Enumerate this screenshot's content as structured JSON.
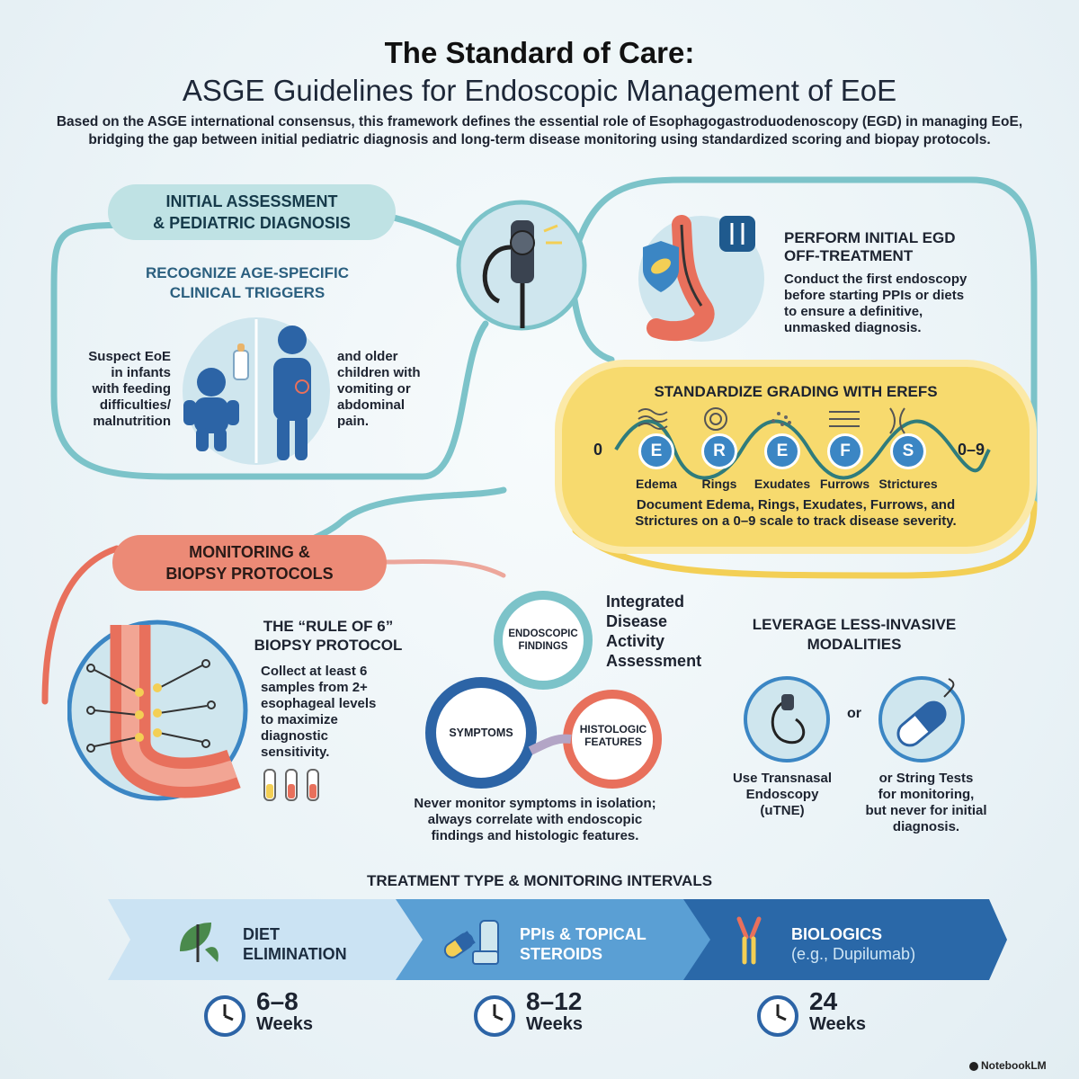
{
  "header": {
    "title": "The Standard of Care:",
    "subtitle": "ASGE Guidelines for Endoscopic Management of EoE",
    "intro": "Based on the ASGE international consensus, this framework defines the essential role of Esophagogastroduodenoscopy (EGD) in managing EoE, bridging the gap between initial pediatric diagnosis and long-term disease monitoring using standardized scoring and biopay protocols."
  },
  "assessment": {
    "heading_l1": "INITIAL ASSESSMENT",
    "heading_l2": "& PEDIATRIC DIAGNOSIS",
    "sub_l1": "RECOGNIZE AGE-SPECIFIC",
    "sub_l2": "CLINICAL TRIGGERS",
    "infants_text": [
      "Suspect EoE",
      "in infants",
      "with feeding",
      "difficulties/",
      "malnutrition"
    ],
    "older_text": [
      "and older",
      "children with",
      "vomiting or",
      "abdominal",
      "pain."
    ]
  },
  "egd": {
    "heading_l1": "PERFORM INITIAL EGD",
    "heading_l2": "OFF-TREATMENT",
    "text": [
      "Conduct the first endoscopy",
      "before starting PPIs or diets",
      "to ensure a definitive,",
      "unmasked diagnosis."
    ]
  },
  "erefs": {
    "heading": "STANDARDIZE GRADING WITH EREFS",
    "scale_min": "0",
    "scale_max": "0–9",
    "items": [
      {
        "letter": "E",
        "label": "Edema"
      },
      {
        "letter": "R",
        "label": "Rings"
      },
      {
        "letter": "E",
        "label": "Exudates"
      },
      {
        "letter": "F",
        "label": "Furrows"
      },
      {
        "letter": "S",
        "label": "Strictures"
      }
    ],
    "text": [
      "Document Edema, Rings, Exudates, Furrows, and",
      "Strictures on a 0–9 scale to track disease severity."
    ]
  },
  "monitoring": {
    "heading_l1": "MONITORING &",
    "heading_l2": "BIOPSY PROTOCOLS",
    "rule_l1": "THE “RULE OF 6”",
    "rule_l2": "BIOPSY PROTOCOL",
    "rule_text": [
      "Collect at least 6",
      "samples from 2+",
      "esophageal levels",
      "to maximize",
      "diagnostic",
      "sensitivity."
    ]
  },
  "integrated": {
    "heading": [
      "Integrated",
      "Disease",
      "Activity",
      "Assessment"
    ],
    "endoscopic": [
      "ENDOSCOPIC",
      "FINDINGS"
    ],
    "symptoms": "SYMPTOMS",
    "histologic": [
      "HISTOLOGIC",
      "FEATURES"
    ],
    "text": [
      "Never monitor symptoms in isolation;",
      "always correlate with endoscopic",
      "findings and histologic features."
    ]
  },
  "modalities": {
    "heading_l1": "LEVERAGE LESS-INVASIVE",
    "heading_l2": "MODALITIES",
    "or": "or",
    "left_text": [
      "Use Transnasal",
      "Endoscopy",
      "(uTNE)"
    ],
    "right_text": [
      "or String Tests",
      "for monitoring,",
      "but never for initial",
      "diagnosis."
    ]
  },
  "treatment": {
    "heading": "TREATMENT TYPE & MONITORING INTERVALS",
    "items": [
      {
        "l1": "DIET",
        "l2": "ELIMINATION",
        "interval": "6–8",
        "unit": "Weeks"
      },
      {
        "l1": "PPIs & TOPICAL",
        "l2": "STEROIDS",
        "interval": "8–12",
        "unit": "Weeks"
      },
      {
        "l1": "BIOLOGICS",
        "l2": "(e.g., Dupilumab)",
        "interval": "24",
        "unit": "Weeks"
      }
    ]
  },
  "brand": "NotebookLM",
  "colors": {
    "teal": "#7cc3c9",
    "coral": "#e8705c",
    "yellow": "#f3cf55",
    "navy": "#1f5a8e",
    "blue": "#3b86c4"
  }
}
